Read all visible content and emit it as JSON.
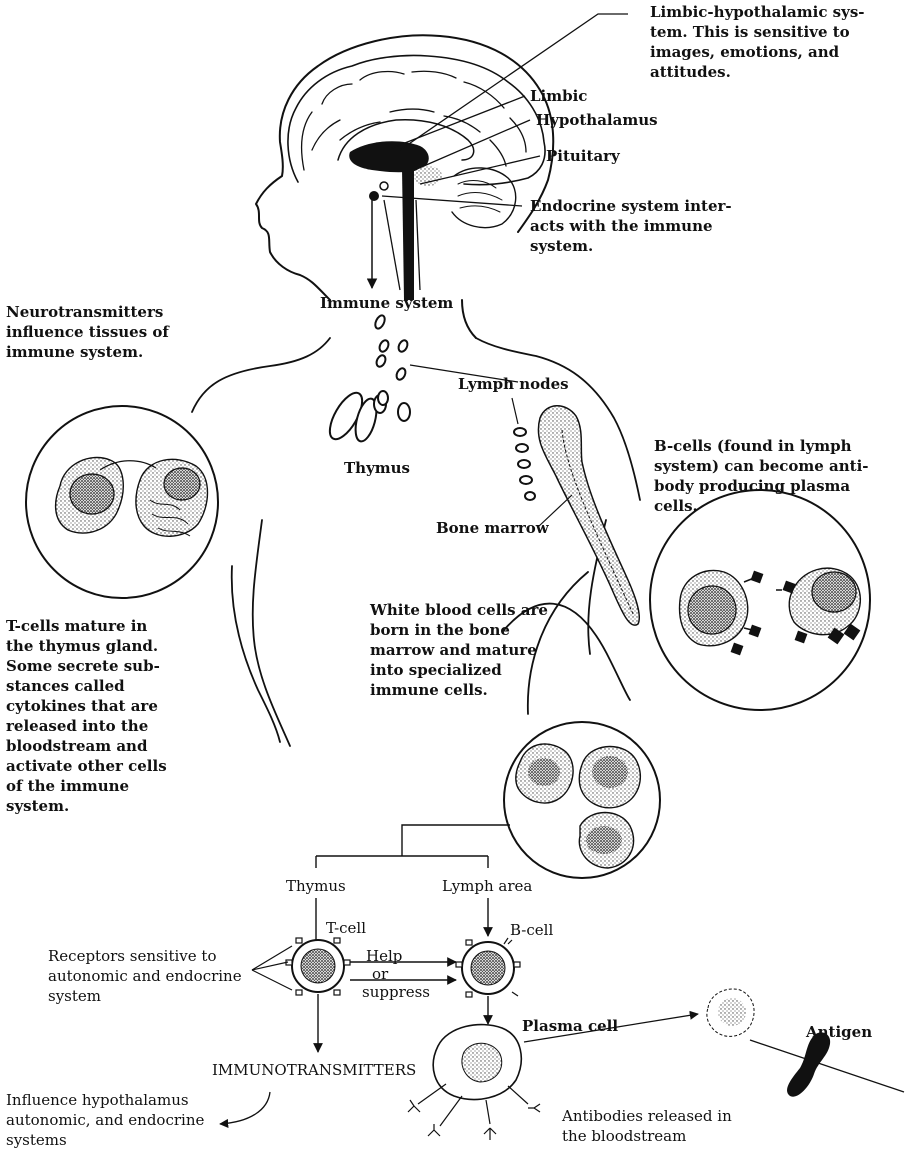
{
  "labels": {
    "limbic_hypothalamic": "Limbic-hypothalamic sys-\ntem.  This is sensitive to\nimages, emotions, and\nattitudes.",
    "limbic": "Limbic",
    "hypothalamus": "Hypothalamus",
    "pituitary": "Pituitary",
    "endocrine": "Endocrine system inter-\nacts with the immune\nsystem.",
    "immune_system": "Immune system",
    "neurotransmitters": "Neurotransmitters\ninfluence tissues of\nimmune system.",
    "lymph_nodes": "Lymph nodes",
    "thymus_top": "Thymus",
    "bcells_note": "B-cells (found in lymph\nsystem) can become anti-\nbody producing plasma\ncells.",
    "bone_marrow": "Bone marrow",
    "white_blood_cells": "White blood cells are\nborn in the bone\nmarrow and mature\ninto specialized\nimmune cells.",
    "tcells_note": "T-cells mature in\nthe thymus gland.\nSome secrete sub-\nstances called\ncytokines that are\nreleased into the\nbloodstream and\nactivate other cells\nof the immune\nsystem.",
    "thymus_bottom": "Thymus",
    "lymph_area": "Lymph area",
    "t_cell": "T-cell",
    "b_cell": "B-cell",
    "receptors": "Receptors sensitive to\nautonomic and endocrine\nsystem",
    "help": "Help",
    "or": "or",
    "suppress": "suppress",
    "plasma_cell": "Plasma cell",
    "antigen": "Antigen",
    "immunotransmitters": "IMMUNOTRANSMITTERS",
    "influence": "Influence hypothalamus\nautonomic, and endocrine\nsystems",
    "antibodies": "Antibodies released in\nthe bloodstream"
  },
  "colors": {
    "ink": "#111111",
    "background": "#ffffff",
    "stipple": "#555555"
  }
}
